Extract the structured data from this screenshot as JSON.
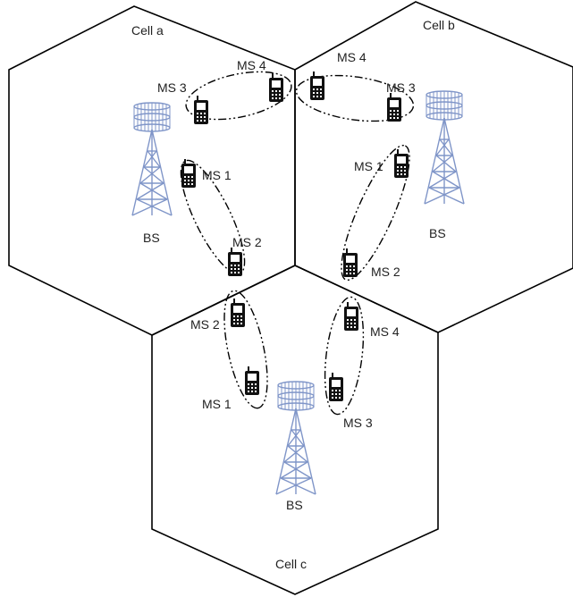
{
  "cells": {
    "a": {
      "label": "Cell a"
    },
    "b": {
      "label": "Cell b"
    },
    "c": {
      "label": "Cell c"
    }
  },
  "base_station_label": "BS",
  "mobile_stations": {
    "ms1": "MS 1",
    "ms2": "MS 2",
    "ms3": "MS 3",
    "ms4": "MS 4"
  },
  "colors": {
    "edge": "#000000",
    "tower": "#7f95c8",
    "phone": "#111111"
  },
  "icons": {
    "tower": "cell-tower-icon",
    "phone": "mobile-phone-icon"
  }
}
